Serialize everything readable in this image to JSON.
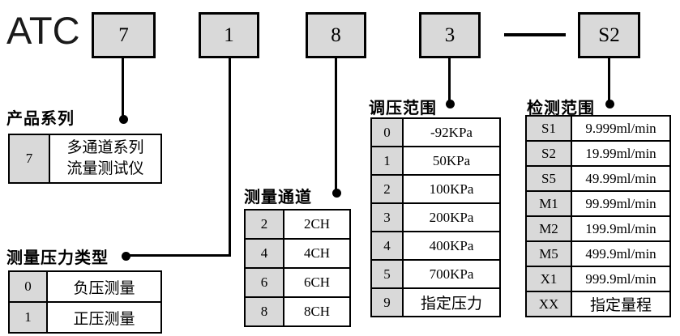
{
  "model": {
    "prefix": "ATC",
    "segments": [
      "7",
      "1",
      "8",
      "3",
      "S2"
    ],
    "separator": "—"
  },
  "colors": {
    "box_fill": "#d9d9d9",
    "line": "#000000",
    "background": "#ffffff"
  },
  "sections": {
    "product_series": {
      "title": "产品系列",
      "rows": [
        {
          "key": "7",
          "value_line1": "多通道系列",
          "value_line2": "流量测试仪"
        }
      ]
    },
    "pressure_type": {
      "title": "测量压力类型",
      "rows": [
        {
          "key": "0",
          "value": "负压测量"
        },
        {
          "key": "1",
          "value": "正压测量"
        }
      ]
    },
    "channels": {
      "title": "测量通道",
      "rows": [
        {
          "key": "2",
          "value": "2CH"
        },
        {
          "key": "4",
          "value": "4CH"
        },
        {
          "key": "6",
          "value": "6CH"
        },
        {
          "key": "8",
          "value": "8CH"
        }
      ]
    },
    "pressure_range": {
      "title": "调压范围",
      "rows": [
        {
          "key": "0",
          "value": "-92KPa"
        },
        {
          "key": "1",
          "value": "50KPa"
        },
        {
          "key": "2",
          "value": "100KPa"
        },
        {
          "key": "3",
          "value": "200KPa"
        },
        {
          "key": "4",
          "value": "400KPa"
        },
        {
          "key": "5",
          "value": "700KPa"
        },
        {
          "key": "9",
          "value": "指定压力"
        }
      ]
    },
    "detection_range": {
      "title": "检测范围",
      "rows": [
        {
          "key": "S1",
          "value": "9.999ml/min"
        },
        {
          "key": "S2",
          "value": "19.99ml/min"
        },
        {
          "key": "S5",
          "value": "49.99ml/min"
        },
        {
          "key": "M1",
          "value": "99.99ml/min"
        },
        {
          "key": "M2",
          "value": "199.9ml/min"
        },
        {
          "key": "M5",
          "value": "499.9ml/min"
        },
        {
          "key": "X1",
          "value": "999.9ml/min"
        },
        {
          "key": "XX",
          "value": "指定量程"
        }
      ]
    }
  }
}
